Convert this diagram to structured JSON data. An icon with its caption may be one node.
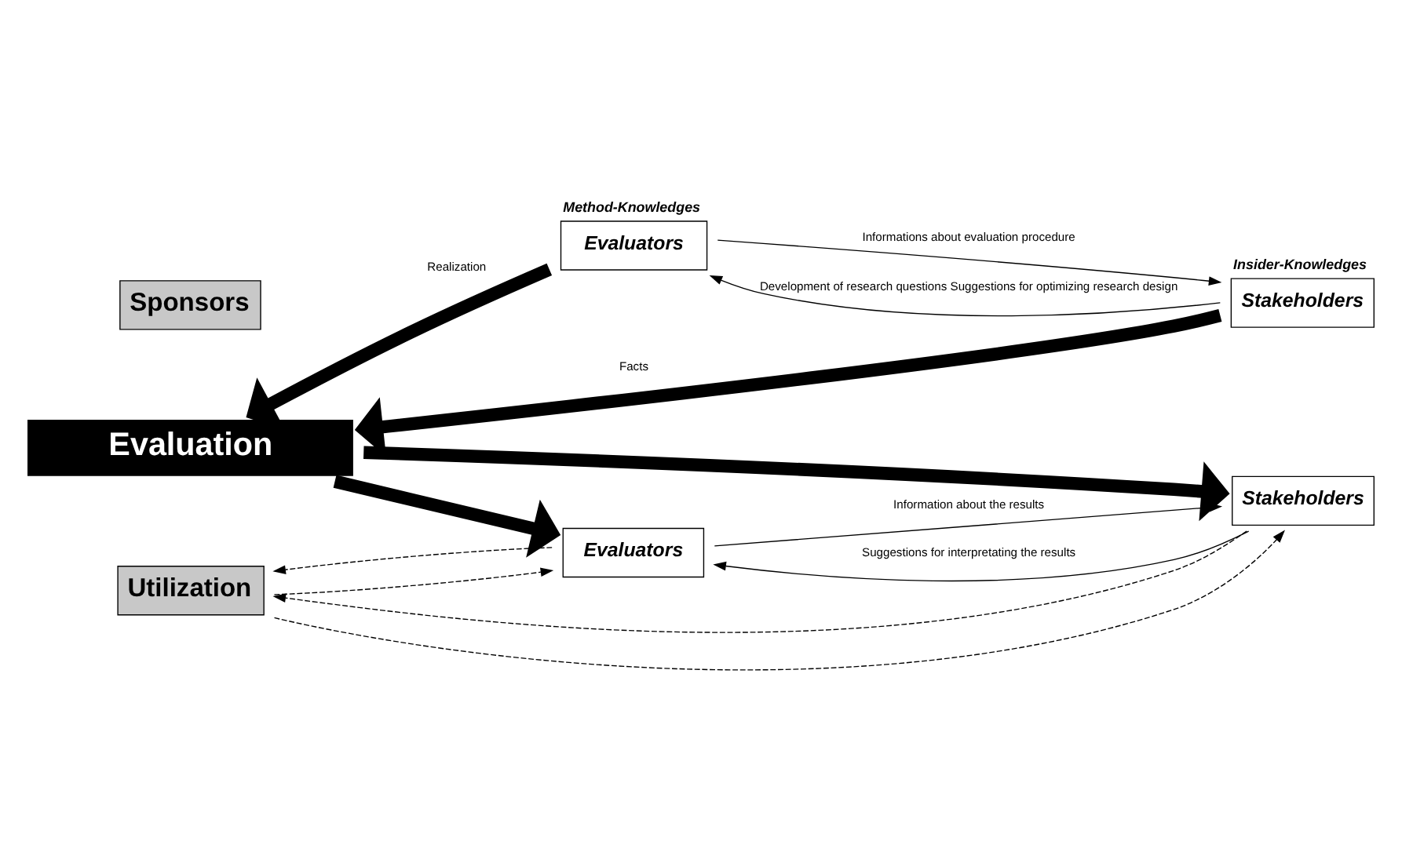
{
  "diagram": {
    "nodes": [
      {
        "text": [
          "Sponsors"
        ]
      },
      {
        "text": [
          "Evaluators"
        ],
        "beside": [
          "Method-Knowledges"
        ]
      },
      {
        "text": [
          "Stakeholders"
        ],
        "beside": [
          "Insider-Knowledges"
        ]
      },
      {
        "text": [
          "Evaluation"
        ]
      },
      {
        "text": [
          "Evaluators"
        ]
      },
      {
        "text": [
          "Stakeholders"
        ]
      },
      {
        "text": [
          "Utilization"
        ]
      }
    ],
    "edges": [
      {
        "from": 1,
        "to": 2,
        "arrow": "to",
        "label": "Informations about evaluation procedure"
      },
      {
        "from": 2,
        "to": 1,
        "arrow": "to",
        "label": "Development of research questions Suggestions for optimizing research design"
      },
      {
        "from": 1,
        "to": 3,
        "arrow": "to",
        "style": "thick",
        "label": "Realization"
      },
      {
        "from": 2,
        "to": 3,
        "arrow": "to",
        "style": "thick",
        "label": "Facts"
      },
      {
        "from": 3,
        "to": 4,
        "arrow": "to",
        "style": "thick"
      },
      {
        "from": 3,
        "to": 5,
        "arrow": "to",
        "style": "thick"
      },
      {
        "from": 4,
        "to": 5,
        "arrow": "to",
        "label": "Information about the results"
      },
      {
        "from": 5,
        "to": 4,
        "arrow": "to",
        "label": "Suggestions for interpretating the results"
      },
      {
        "from": 4,
        "to": 6,
        "arrow": "to",
        "style": "dashed"
      },
      {
        "from": 6,
        "to": 4,
        "arrow": "to",
        "style": "dashed"
      },
      {
        "from": 5,
        "to": 6,
        "arrow": "to",
        "style": "dashed"
      },
      {
        "from": 6,
        "to": 5,
        "arrow": "to",
        "style": "dashed"
      }
    ]
  }
}
